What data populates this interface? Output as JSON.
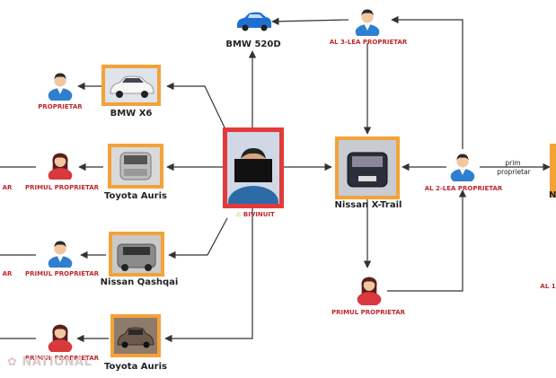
{
  "central": {
    "label": "BIVINUIT",
    "warn_icon": "warning-icon"
  },
  "cars": {
    "bmw_520d": "BMW 520D",
    "bmw_x6": "BMW X6",
    "toyota_auris_1": "Toyota Auris",
    "qashqai": "Nissan Qashqai",
    "toyota_auris_2": "Toyota Auris",
    "xtrail": "Nissan X-Trail",
    "right_cut": "N"
  },
  "owners": {
    "al3": "AL 3-LEA PROPRIETAR",
    "proprietar": "PROPRIETAR",
    "primul_1": "PRIMUL PROPRIETAR",
    "primul_2": "PRIMUL PROPRIETAR",
    "primul_3": "PRIMUL PROPRIETAR",
    "al2": "AL 2-LEA PROPRIETAR",
    "primul_xtrail": "PRIMUL PROPRIETAR",
    "left_cut_1": "AR",
    "left_cut_2": "AR",
    "right_cut": "AL 1"
  },
  "edges": {
    "prim_proprietar_1": "prim",
    "prim_proprietar_2": "proprietar"
  },
  "watermark": "NATIONAL",
  "colors": {
    "box_orange": "#f3a23a",
    "box_red": "#e23a3a",
    "owner_red": "#c0282d",
    "male_blue": "#2f7fd0",
    "female_red": "#d8393c"
  }
}
